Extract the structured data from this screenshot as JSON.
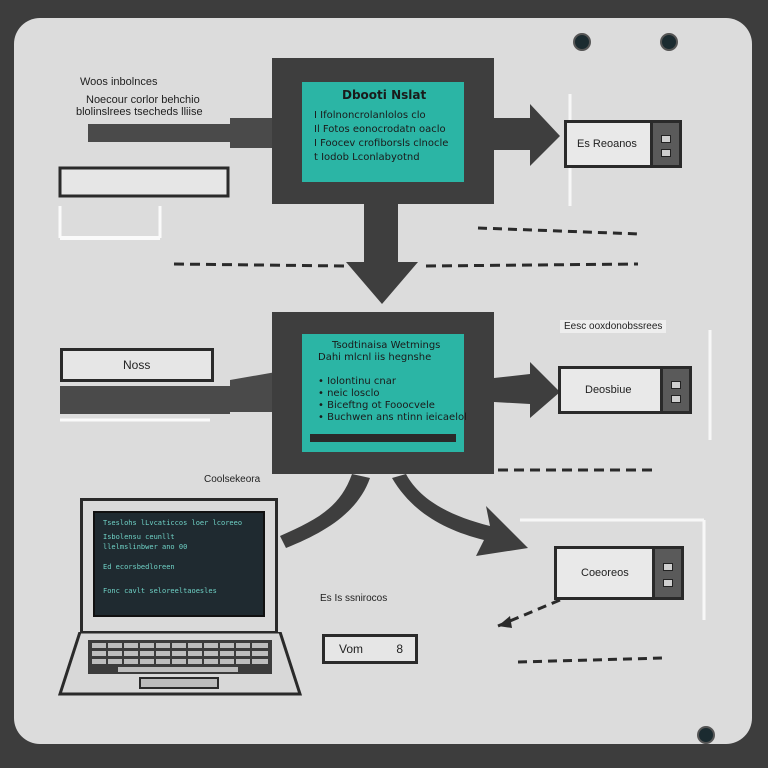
{
  "colors": {
    "background": "#3d3d3d",
    "board": "#dcdcdc",
    "screen_teal": "#2bb5a5",
    "box_dark": "#3e3e3e",
    "terminal": "#1f2a30"
  },
  "top_left": {
    "title": "Woos inbolnces",
    "subtitle_1": "Noecour corlor behchio",
    "subtitle_2": "blolinslrees tsecheds lliise"
  },
  "top_monitor": {
    "title": "Dbooti Nslat",
    "lines": [
      "I Ifolnoncrolanlolos clo",
      "Il Fotos eonocrodatn oaclo",
      "I Foocev crofiborsls clnocle",
      "t Iodob  Lconlabyotnd"
    ]
  },
  "top_right_plug": {
    "label": "Es Reoanos"
  },
  "mid_left_box": {
    "label": "Noss"
  },
  "mid_monitor": {
    "title": "Tsodtinaisa Wetmings",
    "subtitle": "Dahi mlcnl iis hegnshe",
    "lines": [
      "• Iolontinu cnar",
      "• neic losclo",
      "• Biceftng ot Fooocvele",
      "• Buchwen ans ntinn ieicaelol"
    ]
  },
  "mid_right_header": "Eesc ooxdonobssrees",
  "mid_right_plug": {
    "label": "Deosbiue"
  },
  "laptop": {
    "caption": "Coolsekeora",
    "screen_lines": [
      "Tseslohs lLvcaticcos loer lcoreeo",
      "Isbolensu ceunllt",
      "llelmslinbwer ano 00",
      "",
      "Ed ecorsbedloreen",
      "",
      "Fonc cavlt seloreeltaoesles"
    ]
  },
  "bottom_right_plug": {
    "label": "Coeoreos"
  },
  "bottom_mid": {
    "caption": "Es  Is ssnirocos",
    "box_label": "Vom",
    "box_suffix": "8"
  }
}
